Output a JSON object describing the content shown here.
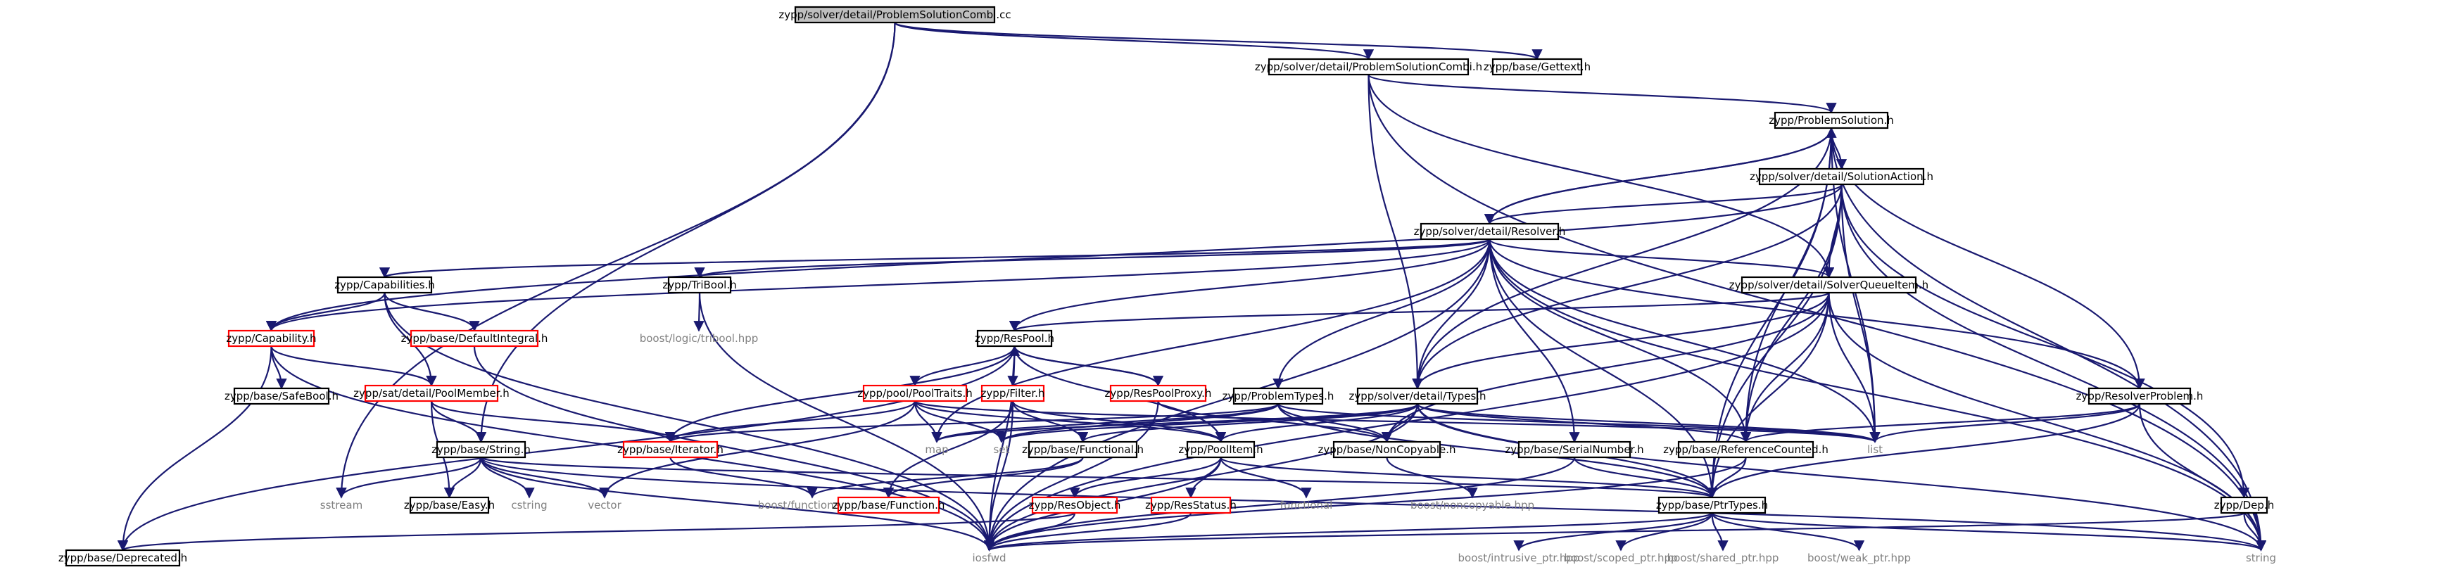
{
  "diagram": {
    "colors": {
      "edge": "#191970",
      "root_fill": "#bfbfbf",
      "node_border": "#000000",
      "truncated_border": "#ff0000",
      "external_text": "#808080"
    },
    "nodes": [
      {
        "id": "root",
        "label": "zypp/solver/detail/ProblemSolutionCombi.cc",
        "kind": "root"
      },
      {
        "id": "psc_h",
        "label": "zypp/solver/detail/ProblemSolutionCombi.h",
        "kind": "normal"
      },
      {
        "id": "gettext",
        "label": "zypp/base/Gettext.h",
        "kind": "normal"
      },
      {
        "id": "probsol",
        "label": "zypp/ProblemSolution.h",
        "kind": "normal"
      },
      {
        "id": "solact",
        "label": "zypp/solver/detail/SolutionAction.h",
        "kind": "normal"
      },
      {
        "id": "resolver",
        "label": "zypp/solver/detail/Resolver.h",
        "kind": "normal"
      },
      {
        "id": "capabilities",
        "label": "zypp/Capabilities.h",
        "kind": "normal"
      },
      {
        "id": "tribool",
        "label": "zypp/TriBool.h",
        "kind": "normal"
      },
      {
        "id": "sqi",
        "label": "zypp/solver/detail/SolverQueueItem.h",
        "kind": "normal"
      },
      {
        "id": "capability",
        "label": "zypp/Capability.h",
        "kind": "trunc"
      },
      {
        "id": "defint",
        "label": "zypp/base/DefaultIntegral.h",
        "kind": "trunc"
      },
      {
        "id": "boost_tribool",
        "label": "boost/logic/tribool.hpp",
        "kind": "ext"
      },
      {
        "id": "respool",
        "label": "zypp/ResPool.h",
        "kind": "normal"
      },
      {
        "id": "safebool",
        "label": "zypp/base/SafeBool.h",
        "kind": "normal"
      },
      {
        "id": "poolmember",
        "label": "zypp/sat/detail/PoolMember.h",
        "kind": "trunc"
      },
      {
        "id": "pooltraits",
        "label": "zypp/pool/PoolTraits.h",
        "kind": "trunc"
      },
      {
        "id": "filter",
        "label": "zypp/Filter.h",
        "kind": "trunc"
      },
      {
        "id": "respoolproxy",
        "label": "zypp/ResPoolProxy.h",
        "kind": "trunc"
      },
      {
        "id": "problemtypes",
        "label": "zypp/ProblemTypes.h",
        "kind": "normal"
      },
      {
        "id": "types",
        "label": "zypp/solver/detail/Types.h",
        "kind": "normal"
      },
      {
        "id": "resolverproblem",
        "label": "zypp/ResolverProblem.h",
        "kind": "normal"
      },
      {
        "id": "map",
        "label": "map",
        "kind": "ext"
      },
      {
        "id": "set",
        "label": "set",
        "kind": "ext"
      },
      {
        "id": "functional_h",
        "label": "zypp/base/Functional.h",
        "kind": "normal"
      },
      {
        "id": "poolitem",
        "label": "zypp/PoolItem.h",
        "kind": "normal"
      },
      {
        "id": "noncopyable",
        "label": "zypp/base/NonCopyable.h",
        "kind": "normal"
      },
      {
        "id": "serialnumber",
        "label": "zypp/base/SerialNumber.h",
        "kind": "normal"
      },
      {
        "id": "refcounted",
        "label": "zypp/base/ReferenceCounted.h",
        "kind": "normal"
      },
      {
        "id": "list",
        "label": "list",
        "kind": "ext"
      },
      {
        "id": "string_h",
        "label": "zypp/base/String.h",
        "kind": "normal"
      },
      {
        "id": "iterator",
        "label": "zypp/base/Iterator.h",
        "kind": "trunc"
      },
      {
        "id": "vector",
        "label": "vector",
        "kind": "ext"
      },
      {
        "id": "sstream",
        "label": "sstream",
        "kind": "ext"
      },
      {
        "id": "easy",
        "label": "zypp/base/Easy.h",
        "kind": "normal"
      },
      {
        "id": "cstring",
        "label": "cstring",
        "kind": "ext"
      },
      {
        "id": "boost_functional",
        "label": "boost/functional.hpp",
        "kind": "ext"
      },
      {
        "id": "function_h",
        "label": "zypp/base/Function.h",
        "kind": "trunc"
      },
      {
        "id": "resobject",
        "label": "zypp/ResObject.h",
        "kind": "trunc"
      },
      {
        "id": "resstatus",
        "label": "zypp/ResStatus.h",
        "kind": "trunc"
      },
      {
        "id": "functional",
        "label": "functional",
        "kind": "ext"
      },
      {
        "id": "boost_noncopyable",
        "label": "boost/noncopyable.hpp",
        "kind": "ext"
      },
      {
        "id": "ptrtypes",
        "label": "zypp/base/PtrTypes.h",
        "kind": "normal"
      },
      {
        "id": "dep",
        "label": "zypp/Dep.h",
        "kind": "normal"
      },
      {
        "id": "deprecated",
        "label": "zypp/base/Deprecated.h",
        "kind": "normal"
      },
      {
        "id": "iosfwd",
        "label": "iosfwd",
        "kind": "ext"
      },
      {
        "id": "string",
        "label": "string",
        "kind": "ext"
      },
      {
        "id": "boost_intrusive",
        "label": "boost/intrusive_ptr.hpp",
        "kind": "ext"
      },
      {
        "id": "boost_scoped",
        "label": "boost/scoped_ptr.hpp",
        "kind": "ext"
      },
      {
        "id": "boost_shared",
        "label": "boost/shared_ptr.hpp",
        "kind": "ext"
      },
      {
        "id": "boost_weak",
        "label": "boost/weak_ptr.hpp",
        "kind": "ext"
      }
    ],
    "edges": [
      [
        "root",
        "psc_h"
      ],
      [
        "root",
        "gettext"
      ],
      [
        "root",
        "string_h"
      ],
      [
        "root",
        "sstream"
      ],
      [
        "psc_h",
        "probsol"
      ],
      [
        "psc_h",
        "types"
      ],
      [
        "psc_h",
        "sqi"
      ],
      [
        "psc_h",
        "string"
      ],
      [
        "probsol",
        "solact"
      ],
      [
        "probsol",
        "resolver"
      ],
      [
        "probsol",
        "resolverproblem"
      ],
      [
        "probsol",
        "types"
      ],
      [
        "probsol",
        "list"
      ],
      [
        "probsol",
        "string"
      ],
      [
        "probsol",
        "ptrtypes"
      ],
      [
        "probsol",
        "refcounted"
      ],
      [
        "solact",
        "resolver"
      ],
      [
        "solact",
        "sqi"
      ],
      [
        "solact",
        "capability"
      ],
      [
        "solact",
        "types"
      ],
      [
        "solact",
        "list"
      ],
      [
        "solact",
        "dep"
      ],
      [
        "solact",
        "refcounted"
      ],
      [
        "solact",
        "ptrtypes"
      ],
      [
        "solact",
        "string"
      ],
      [
        "resolver",
        "probsol"
      ],
      [
        "resolver",
        "capabilities"
      ],
      [
        "resolver",
        "tribool"
      ],
      [
        "resolver",
        "capability"
      ],
      [
        "resolver",
        "sqi"
      ],
      [
        "resolver",
        "respool"
      ],
      [
        "resolver",
        "problemtypes"
      ],
      [
        "resolver",
        "types"
      ],
      [
        "resolver",
        "resolverproblem"
      ],
      [
        "resolver",
        "serialnumber"
      ],
      [
        "resolver",
        "refcounted"
      ],
      [
        "resolver",
        "ptrtypes"
      ],
      [
        "resolver",
        "list"
      ],
      [
        "resolver",
        "string"
      ],
      [
        "resolver",
        "map"
      ],
      [
        "resolver",
        "iosfwd"
      ],
      [
        "capabilities",
        "capability"
      ],
      [
        "capabilities",
        "defint"
      ],
      [
        "capabilities",
        "poolmember"
      ],
      [
        "capabilities",
        "iosfwd"
      ],
      [
        "tribool",
        "boost_tribool"
      ],
      [
        "tribool",
        "iosfwd"
      ],
      [
        "sqi",
        "respool"
      ],
      [
        "sqi",
        "types"
      ],
      [
        "sqi",
        "refcounted"
      ],
      [
        "sqi",
        "ptrtypes"
      ],
      [
        "sqi",
        "list"
      ],
      [
        "sqi",
        "string"
      ],
      [
        "sqi",
        "noncopyable"
      ],
      [
        "sqi",
        "iosfwd"
      ],
      [
        "capability",
        "safebool"
      ],
      [
        "capability",
        "poolmember"
      ],
      [
        "capability",
        "deprecated"
      ],
      [
        "capability",
        "iosfwd"
      ],
      [
        "defint",
        "iosfwd"
      ],
      [
        "respool",
        "pooltraits"
      ],
      [
        "respool",
        "filter"
      ],
      [
        "respool",
        "respoolproxy"
      ],
      [
        "respool",
        "iterator"
      ],
      [
        "respool",
        "poolitem"
      ],
      [
        "respool",
        "deprecated"
      ],
      [
        "respool",
        "iosfwd"
      ],
      [
        "respoolproxy",
        "respool"
      ],
      [
        "respoolproxy",
        "noncopyable"
      ],
      [
        "respoolproxy",
        "iosfwd"
      ],
      [
        "poolmember",
        "string_h"
      ],
      [
        "poolmember",
        "iterator"
      ],
      [
        "poolmember",
        "easy"
      ],
      [
        "pooltraits",
        "set"
      ],
      [
        "pooltraits",
        "map"
      ],
      [
        "pooltraits",
        "list"
      ],
      [
        "pooltraits",
        "vector"
      ],
      [
        "pooltraits",
        "iterator"
      ],
      [
        "pooltraits",
        "poolitem"
      ],
      [
        "filter",
        "functional_h"
      ],
      [
        "filter",
        "poolitem"
      ],
      [
        "filter",
        "function_h"
      ],
      [
        "filter",
        "iosfwd"
      ],
      [
        "problemtypes",
        "set"
      ],
      [
        "problemtypes",
        "list"
      ],
      [
        "problemtypes",
        "map"
      ],
      [
        "problemtypes",
        "iterator"
      ],
      [
        "problemtypes",
        "ptrtypes"
      ],
      [
        "problemtypes",
        "noncopyable"
      ],
      [
        "types",
        "set"
      ],
      [
        "types",
        "list"
      ],
      [
        "types",
        "map"
      ],
      [
        "types",
        "functional_h"
      ],
      [
        "types",
        "poolitem"
      ],
      [
        "types",
        "noncopyable"
      ],
      [
        "types",
        "refcounted"
      ],
      [
        "types",
        "ptrtypes"
      ],
      [
        "types",
        "string"
      ],
      [
        "types",
        "iosfwd"
      ],
      [
        "resolverproblem",
        "list"
      ],
      [
        "resolverproblem",
        "string"
      ],
      [
        "resolverproblem",
        "ptrtypes"
      ],
      [
        "resolverproblem",
        "refcounted"
      ],
      [
        "functional_h",
        "boost_functional"
      ],
      [
        "functional_h",
        "function_h"
      ],
      [
        "poolitem",
        "resobject"
      ],
      [
        "poolitem",
        "resstatus"
      ],
      [
        "poolitem",
        "functional"
      ],
      [
        "poolitem",
        "ptrtypes"
      ],
      [
        "poolitem",
        "iosfwd"
      ],
      [
        "noncopyable",
        "boost_noncopyable"
      ],
      [
        "serialnumber",
        "iosfwd"
      ],
      [
        "serialnumber",
        "ptrtypes"
      ],
      [
        "refcounted",
        "ptrtypes"
      ],
      [
        "refcounted",
        "iosfwd"
      ],
      [
        "string_h",
        "sstream"
      ],
      [
        "string_h",
        "easy"
      ],
      [
        "string_h",
        "cstring"
      ],
      [
        "string_h",
        "vector"
      ],
      [
        "string_h",
        "ptrtypes"
      ],
      [
        "string_h",
        "iosfwd"
      ],
      [
        "string_h",
        "string"
      ],
      [
        "iterator",
        "boost_functional"
      ],
      [
        "resobject",
        "deprecated"
      ],
      [
        "resobject",
        "iosfwd"
      ],
      [
        "resstatus",
        "iosfwd"
      ],
      [
        "ptrtypes",
        "string"
      ],
      [
        "ptrtypes",
        "iosfwd"
      ],
      [
        "ptrtypes",
        "boost_intrusive"
      ],
      [
        "ptrtypes",
        "boost_scoped"
      ],
      [
        "ptrtypes",
        "boost_shared"
      ],
      [
        "ptrtypes",
        "boost_weak"
      ],
      [
        "dep",
        "iosfwd"
      ],
      [
        "dep",
        "string"
      ]
    ]
  }
}
